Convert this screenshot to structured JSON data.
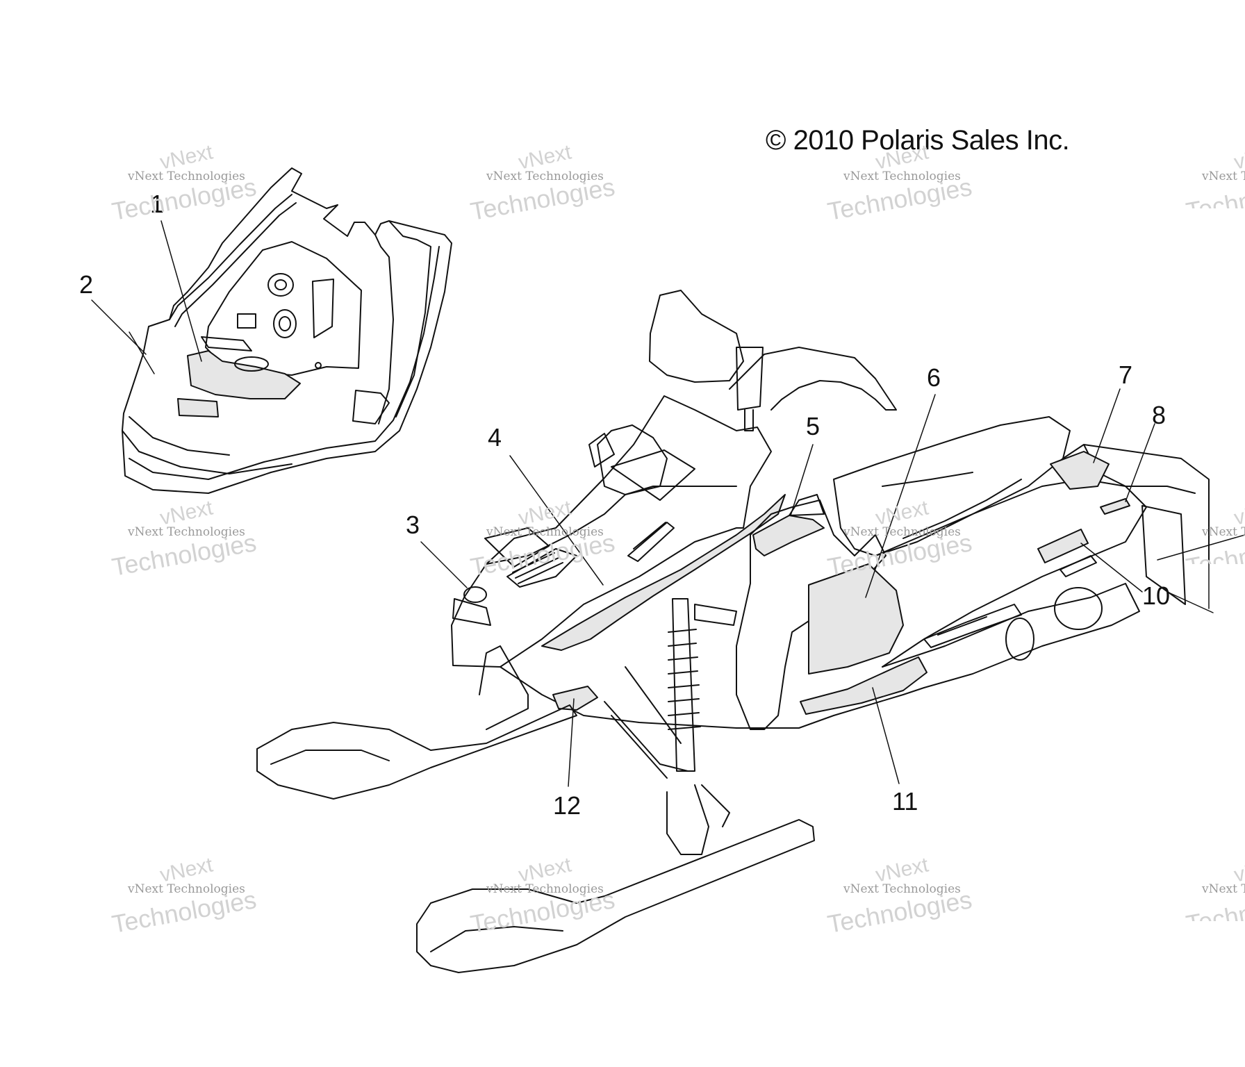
{
  "copyright": "© 2010 Polaris Sales Inc.",
  "watermark": {
    "line_small": "vNext Technologies",
    "line_big_top": "vNext",
    "line_big_bottom": "Technologies"
  },
  "callouts": [
    {
      "id": "1",
      "label": "1"
    },
    {
      "id": "2",
      "label": "2"
    },
    {
      "id": "3",
      "label": "3"
    },
    {
      "id": "4",
      "label": "4"
    },
    {
      "id": "5",
      "label": "5"
    },
    {
      "id": "6",
      "label": "6"
    },
    {
      "id": "7",
      "label": "7"
    },
    {
      "id": "8",
      "label": "8"
    },
    {
      "id": "10",
      "label": "10"
    },
    {
      "id": "11",
      "label": "11"
    },
    {
      "id": "12",
      "label": "12"
    }
  ],
  "colors": {
    "line": "#111111",
    "decal_fill": "#e6e6e6",
    "watermark": "#d2d2d2"
  }
}
